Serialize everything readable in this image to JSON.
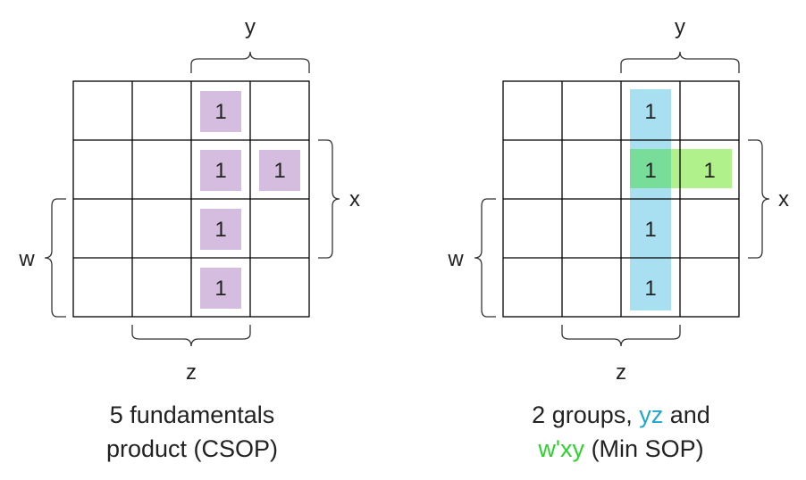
{
  "colors": {
    "purple": "#d5bde0",
    "blue": "#a8e0f2",
    "green": "#b0f18c",
    "overlap": "#79dd9a",
    "yz_text": "#1ea6d0",
    "wxy_text": "#2fd12f",
    "line": "#000000",
    "brace": "#333333"
  },
  "left_map": {
    "cell_value": "1",
    "label_y": "y",
    "label_x": "x",
    "label_w": "w",
    "label_z": "z",
    "caption_line1": "5 fundamentals",
    "caption_line2": "product (CSOP)",
    "ones": [
      {
        "row": 0,
        "col": 2
      },
      {
        "row": 1,
        "col": 2
      },
      {
        "row": 1,
        "col": 3
      },
      {
        "row": 2,
        "col": 2
      },
      {
        "row": 3,
        "col": 2
      }
    ]
  },
  "right_map": {
    "cell_value": "1",
    "label_y": "y",
    "label_x": "x",
    "label_w": "w",
    "label_z": "z",
    "caption_line1_prefix": "2 groups, ",
    "caption_yz": "yz",
    "caption_and": " and",
    "caption_wxy": "w'xy",
    "caption_line2_suffix": " (Min SOP)",
    "ones": [
      {
        "row": 0,
        "col": 2
      },
      {
        "row": 1,
        "col": 2
      },
      {
        "row": 1,
        "col": 3
      },
      {
        "row": 2,
        "col": 2
      },
      {
        "row": 3,
        "col": 2
      }
    ]
  }
}
